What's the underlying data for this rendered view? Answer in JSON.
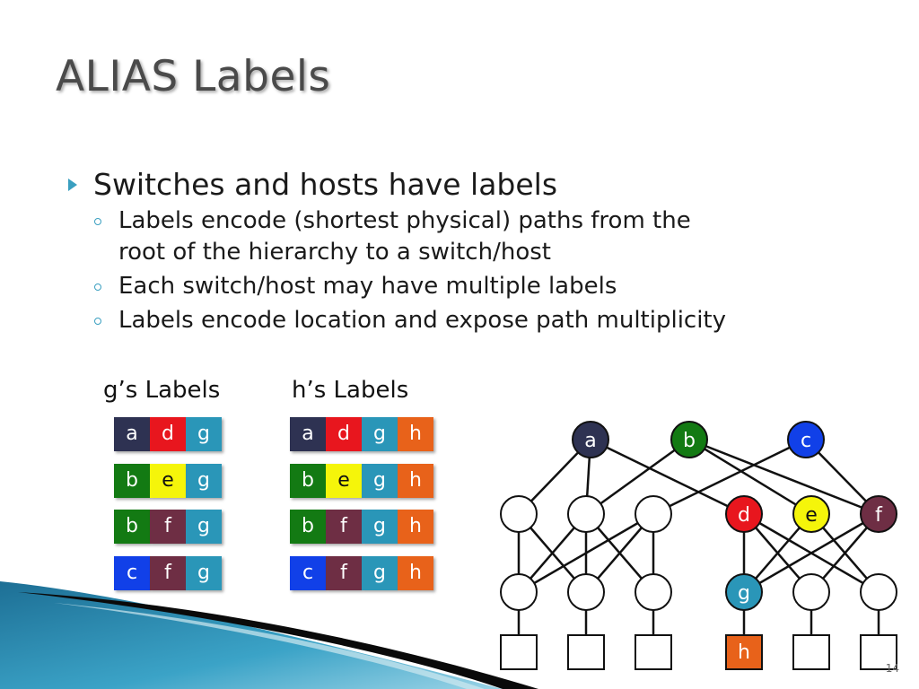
{
  "slide": {
    "title": "ALIAS Labels",
    "page_number": "14"
  },
  "bullets": {
    "main": "Switches and hosts have labels",
    "subs": [
      "Labels encode (shortest physical) paths from the",
      "root of the hierarchy to a switch/host",
      "Each switch/host may have multiple labels",
      "Labels encode location and expose path multiplicity"
    ]
  },
  "g_labels": {
    "title": "g’s Labels",
    "rows": [
      [
        "a",
        "d",
        "g"
      ],
      [
        "b",
        "e",
        "g"
      ],
      [
        "b",
        "f",
        "g"
      ],
      [
        "c",
        "f",
        "g"
      ]
    ]
  },
  "h_labels": {
    "title": "h’s Labels",
    "rows": [
      [
        "a",
        "d",
        "g",
        "h"
      ],
      [
        "b",
        "e",
        "g",
        "h"
      ],
      [
        "b",
        "f",
        "g",
        "h"
      ],
      [
        "c",
        "f",
        "g",
        "h"
      ]
    ]
  },
  "colors": {
    "a": "#2e3252",
    "b": "#137a13",
    "c": "#1140e8",
    "d": "#e8161e",
    "e": "#f5f50a",
    "f": "#6e2e44",
    "g": "#2a96b8",
    "h": "#e8621a",
    "accent": "#3a9fc0"
  },
  "topology": {
    "nodes": {
      "a": "a",
      "b": "b",
      "c": "c",
      "d": "d",
      "e": "e",
      "f": "f",
      "g": "g",
      "h": "h"
    }
  }
}
